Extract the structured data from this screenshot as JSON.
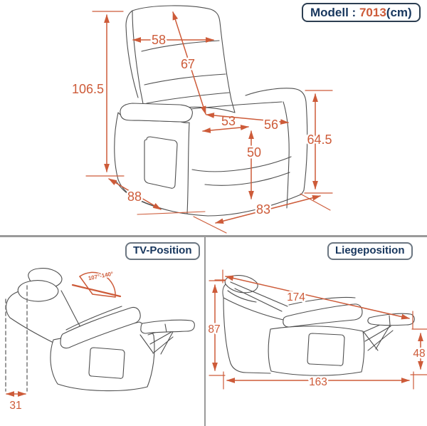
{
  "header": {
    "model_prefix": "Modell : ",
    "model_number": "7013",
    "model_suffix": "(cm)"
  },
  "upright_view": {
    "dims": {
      "backrest_width": "58",
      "backrest_length": "67",
      "total_height": "106.5",
      "seat_width": "53",
      "seat_depth": "56",
      "seat_front_height": "50",
      "armrest_height": "64.5",
      "base_depth": "88",
      "base_width": "83"
    }
  },
  "tv_panel": {
    "title": "TV-Position",
    "recline_angle": "107°-140°",
    "wall_distance": "31"
  },
  "lying_panel": {
    "title": "Liegeposition",
    "dims": {
      "diagonal_length": "174",
      "back_height": "87",
      "footrest_height": "48",
      "base_length": "163"
    }
  },
  "colors": {
    "dimension_accent": "#cd5b39",
    "badge_text": "#17365d",
    "chair_outline": "#4f4f4f",
    "divider_gray": "#9a9a9a",
    "angle_fill": "#e78b72"
  }
}
